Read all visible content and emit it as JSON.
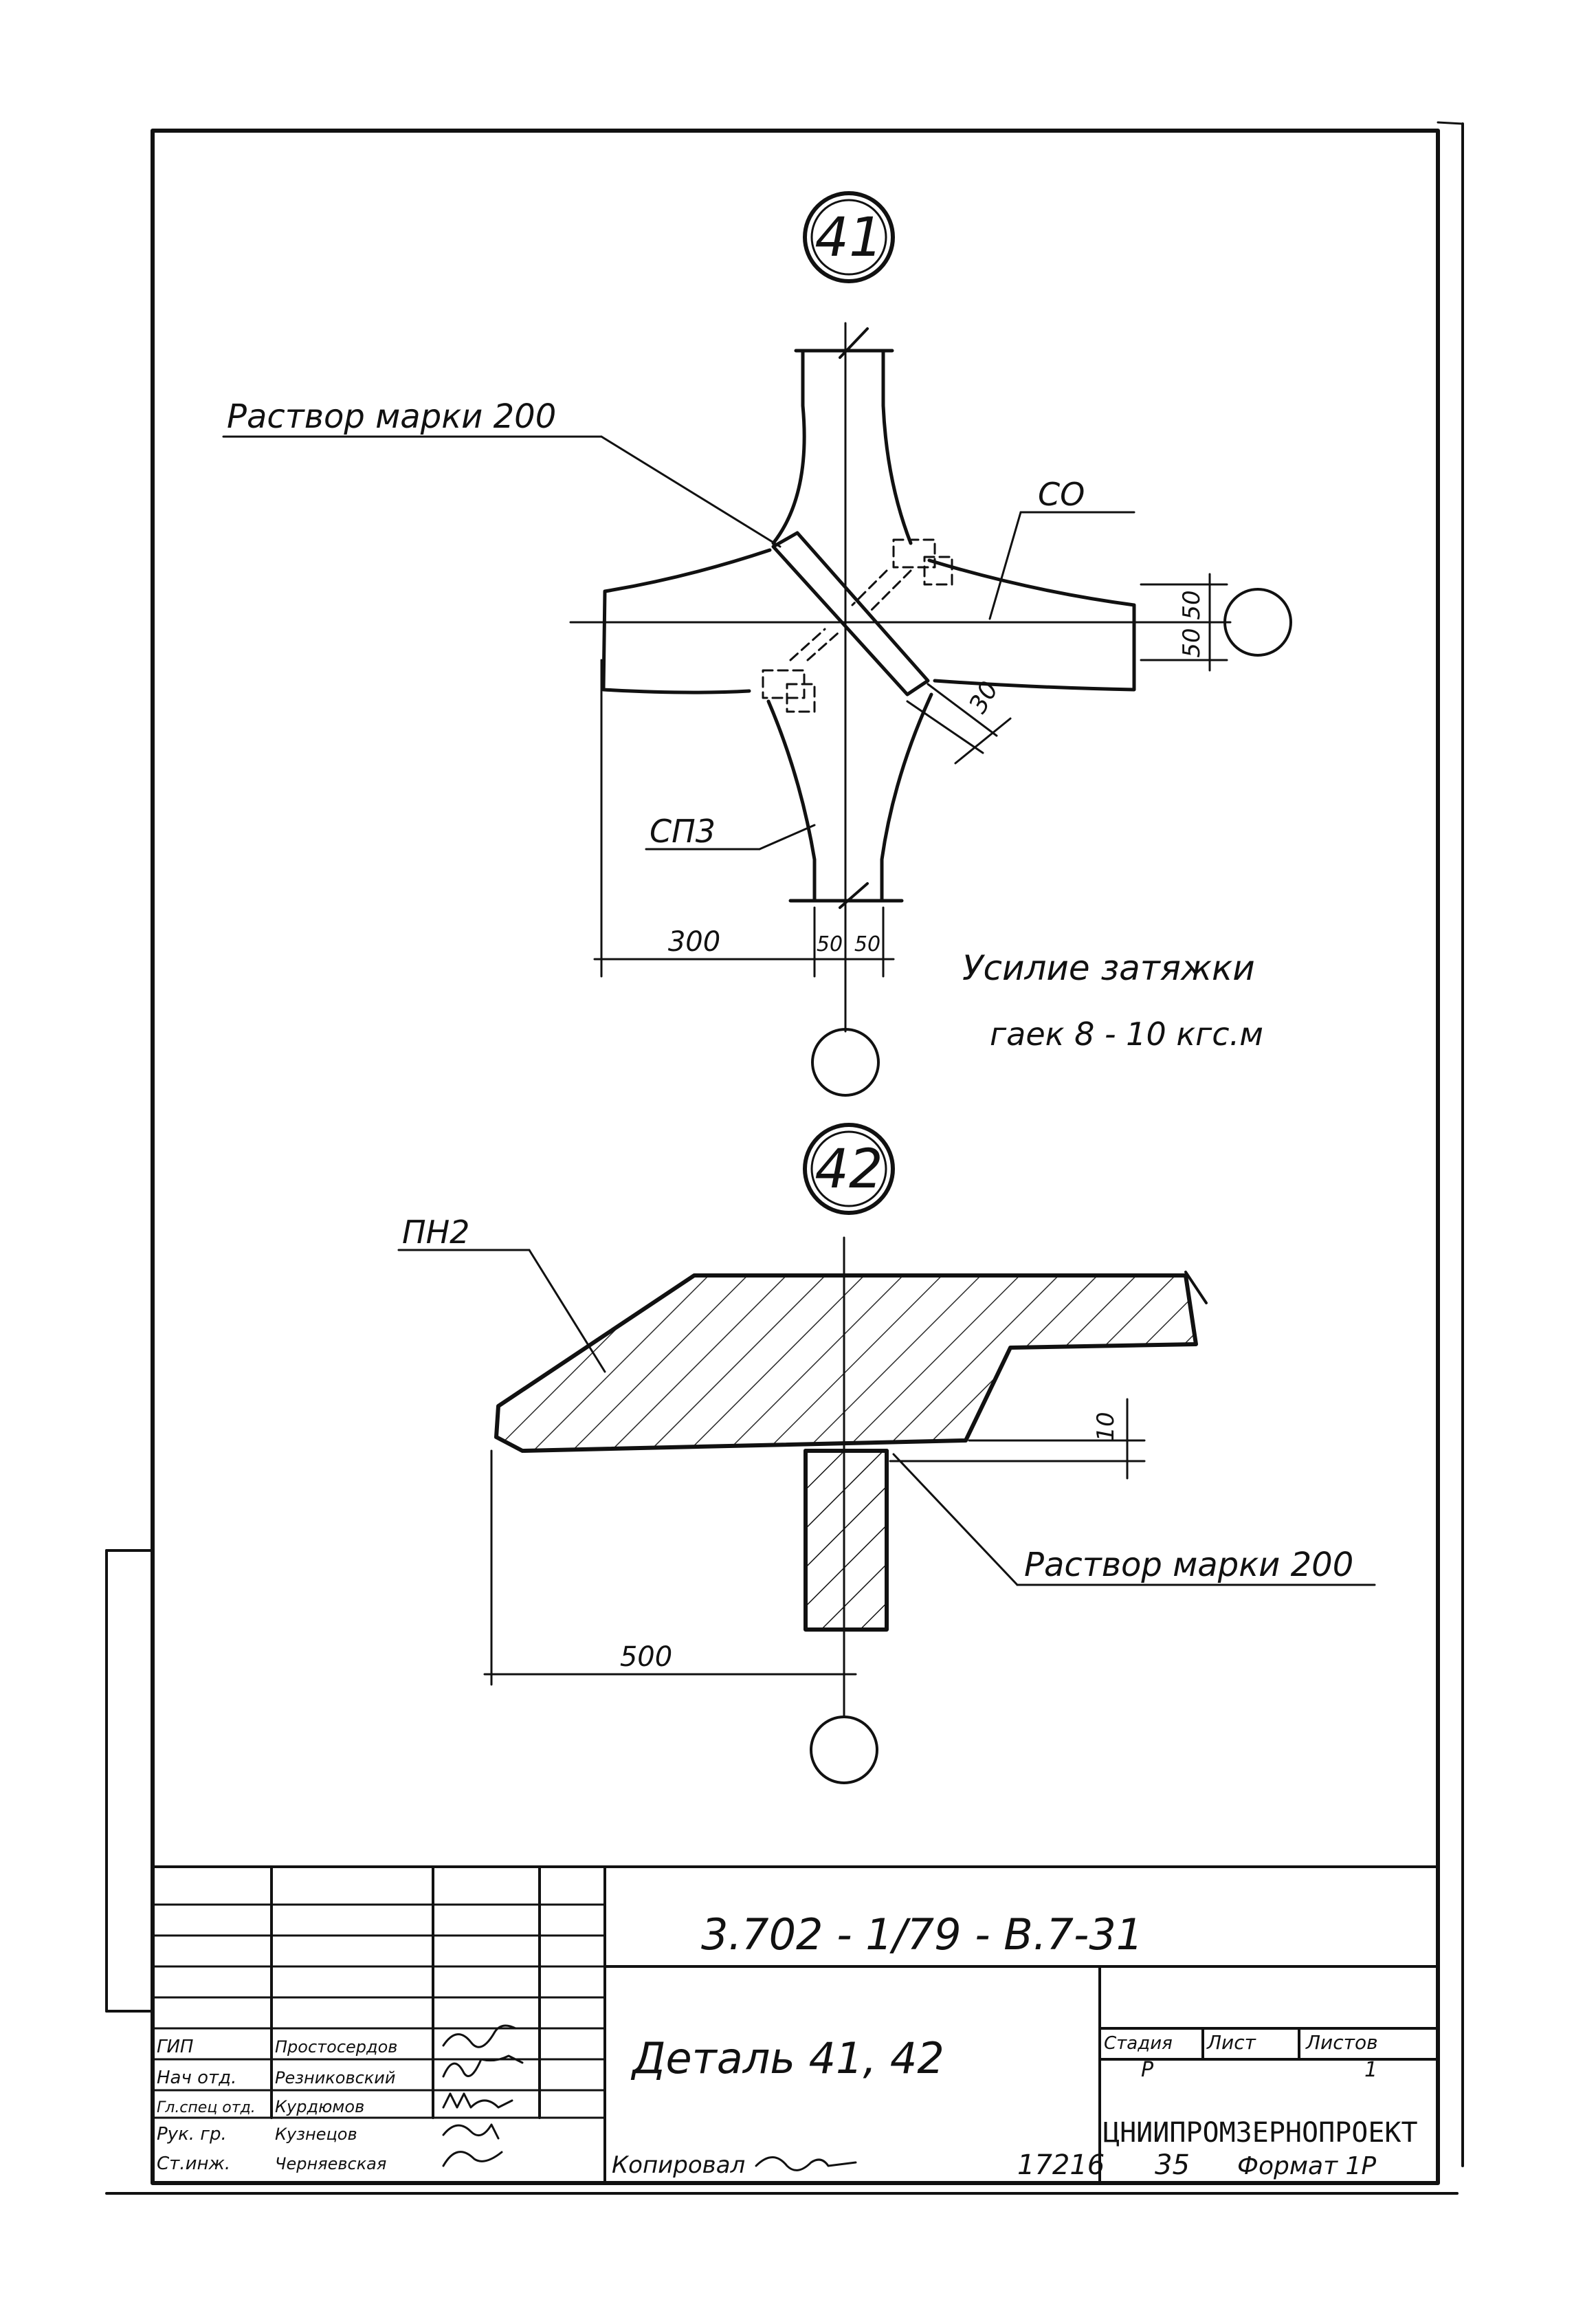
{
  "detail_41": {
    "marker": "41",
    "label_mortar": "Раствор марки 200",
    "label_co": "СО",
    "label_sp3": "СП3",
    "dim_300": "300",
    "dim_50a": "50",
    "dim_50b": "50",
    "dim_50c": "50",
    "dim_50d": "50",
    "dim_30": "30",
    "note_line1": "Усилие  затяжки",
    "note_line2": "гаек  8 - 10 кгс.м"
  },
  "detail_42": {
    "marker": "42",
    "label_pn2": "ПН2",
    "label_mortar": "Раствор марки 200",
    "dim_500": "500",
    "dim_10": "10"
  },
  "title_block": {
    "doc_code": "3.702 - 1/79 - В.7-31",
    "title": "Деталь  41, 42",
    "stage_header": "Стадия",
    "sheet_header": "Лист",
    "sheets_header": "Листов",
    "stage": "Р",
    "sheets": "1",
    "organization": "ЦНИИПРОМЗЕРНОПРОЕКТ",
    "roles": [
      "ГИП",
      "Нач отд.",
      "Гл.спец отд.",
      "Рук. гр.",
      "Ст.инж."
    ],
    "names": [
      "Простосердов",
      "Резниковский",
      "Курдюмов",
      "Кузнецов",
      "Черняевская"
    ]
  },
  "footer": {
    "copied": "Копировал",
    "order": "17216",
    "number": "35",
    "format": "Формат 1Р"
  }
}
